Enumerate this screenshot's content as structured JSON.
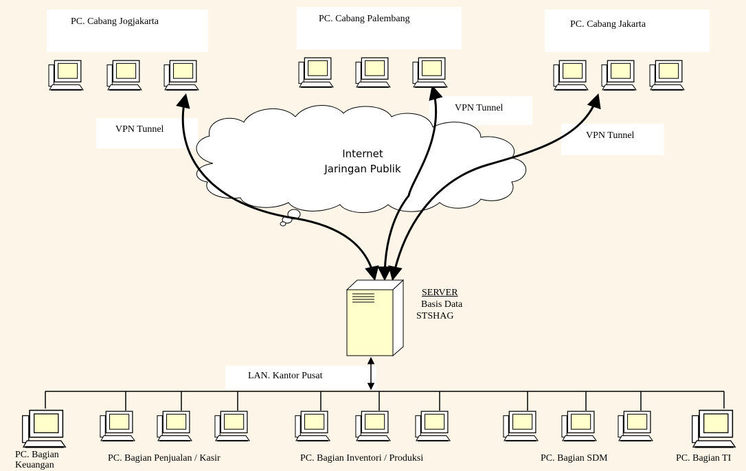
{
  "branches": {
    "jogjakarta": "PC. Cabang Jogjakarta",
    "palembang": "PC. Cabang Palembang",
    "jakarta": "PC. Cabang Jakarta"
  },
  "tunnels": {
    "left": "VPN Tunnel",
    "middle": "VPN Tunnel",
    "right": "VPN Tunnel"
  },
  "cloud": {
    "line1": "Internet",
    "line2": "Jaringan Publik"
  },
  "server": {
    "title": "SERVER",
    "line2": "Basis Data",
    "line3": "STSHAG"
  },
  "lan": {
    "label": "LAN. Kantor Pusat"
  },
  "departments": {
    "keuangan_line1": "PC. Bagian",
    "keuangan_line2": "Keuangan",
    "penjualan": "PC. Bagian Penjualan / Kasir",
    "inventori": "PC. Bagian Inventori / Produksi",
    "sdm": "PC. Bagian SDM",
    "ti": "PC. Bagian TI"
  },
  "colors": {
    "background": "#fdf6e8",
    "label_box": "#ffffff",
    "monitor_screen": "#ffffcc",
    "line": "#000000"
  }
}
